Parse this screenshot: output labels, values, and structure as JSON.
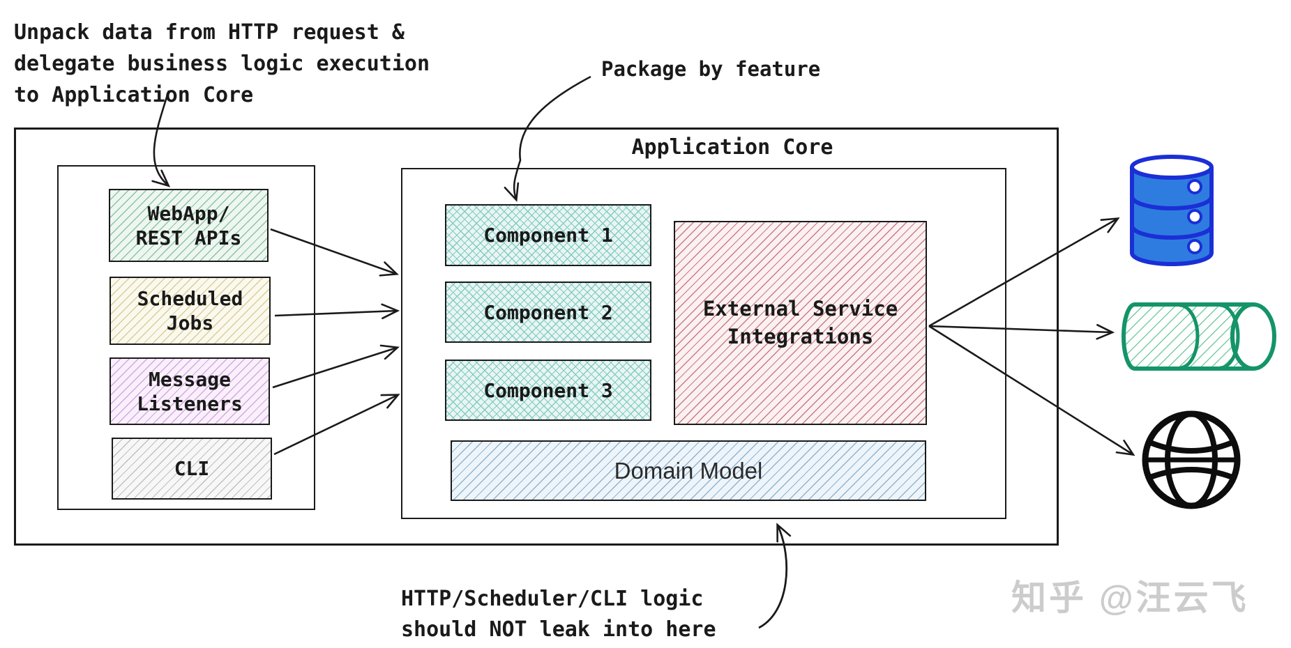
{
  "annotations": {
    "unpack": "Unpack data from HTTP request &\ndelegate business logic execution\nto Application Core",
    "package_by_feature": "Package by feature",
    "no_leak": "HTTP/Scheduler/CLI logic\nshould NOT leak into here"
  },
  "entrypoints": {
    "webapp": "WebApp/\nREST APIs",
    "scheduled_jobs": "Scheduled\nJobs",
    "message_listeners": "Message\nListeners",
    "cli": "CLI"
  },
  "application_core": {
    "title": "Application Core",
    "component_1": "Component 1",
    "component_2": "Component 2",
    "component_3": "Component 3",
    "external_service_integrations": "External Service\nIntegrations",
    "domain_model": "Domain Model"
  },
  "external_systems": {
    "database_icon": "database",
    "message_queue_icon": "message-queue",
    "globe_icon": "internet-globe"
  },
  "watermark": "知乎 @汪云飞",
  "colors": {
    "ink": "#1a1a1a",
    "webapp_fill": "#eef6f0",
    "webapp_hatch": "#8cc3a4",
    "scheduled_fill": "#fbf9ee",
    "scheduled_hatch": "#d9cd9a",
    "listeners_fill": "#f9f0fb",
    "listeners_hatch": "#d5a8e0",
    "cli_fill": "#f7f7f7",
    "cli_hatch": "#bfbfbf",
    "component_fill": "#eaf5f3",
    "component_hatch": "#7fccc2",
    "esi_fill": "#fbf1f1",
    "esi_hatch": "#cb7a87",
    "domain_fill": "#eef5fa",
    "domain_hatch": "#8fb3cf",
    "database_blue": "#2f7ce0",
    "database_stroke": "#1b2fd6",
    "queue_green": "#149468",
    "queue_hatch": "#5cc48e",
    "watermark_gray": "#cccccc"
  }
}
